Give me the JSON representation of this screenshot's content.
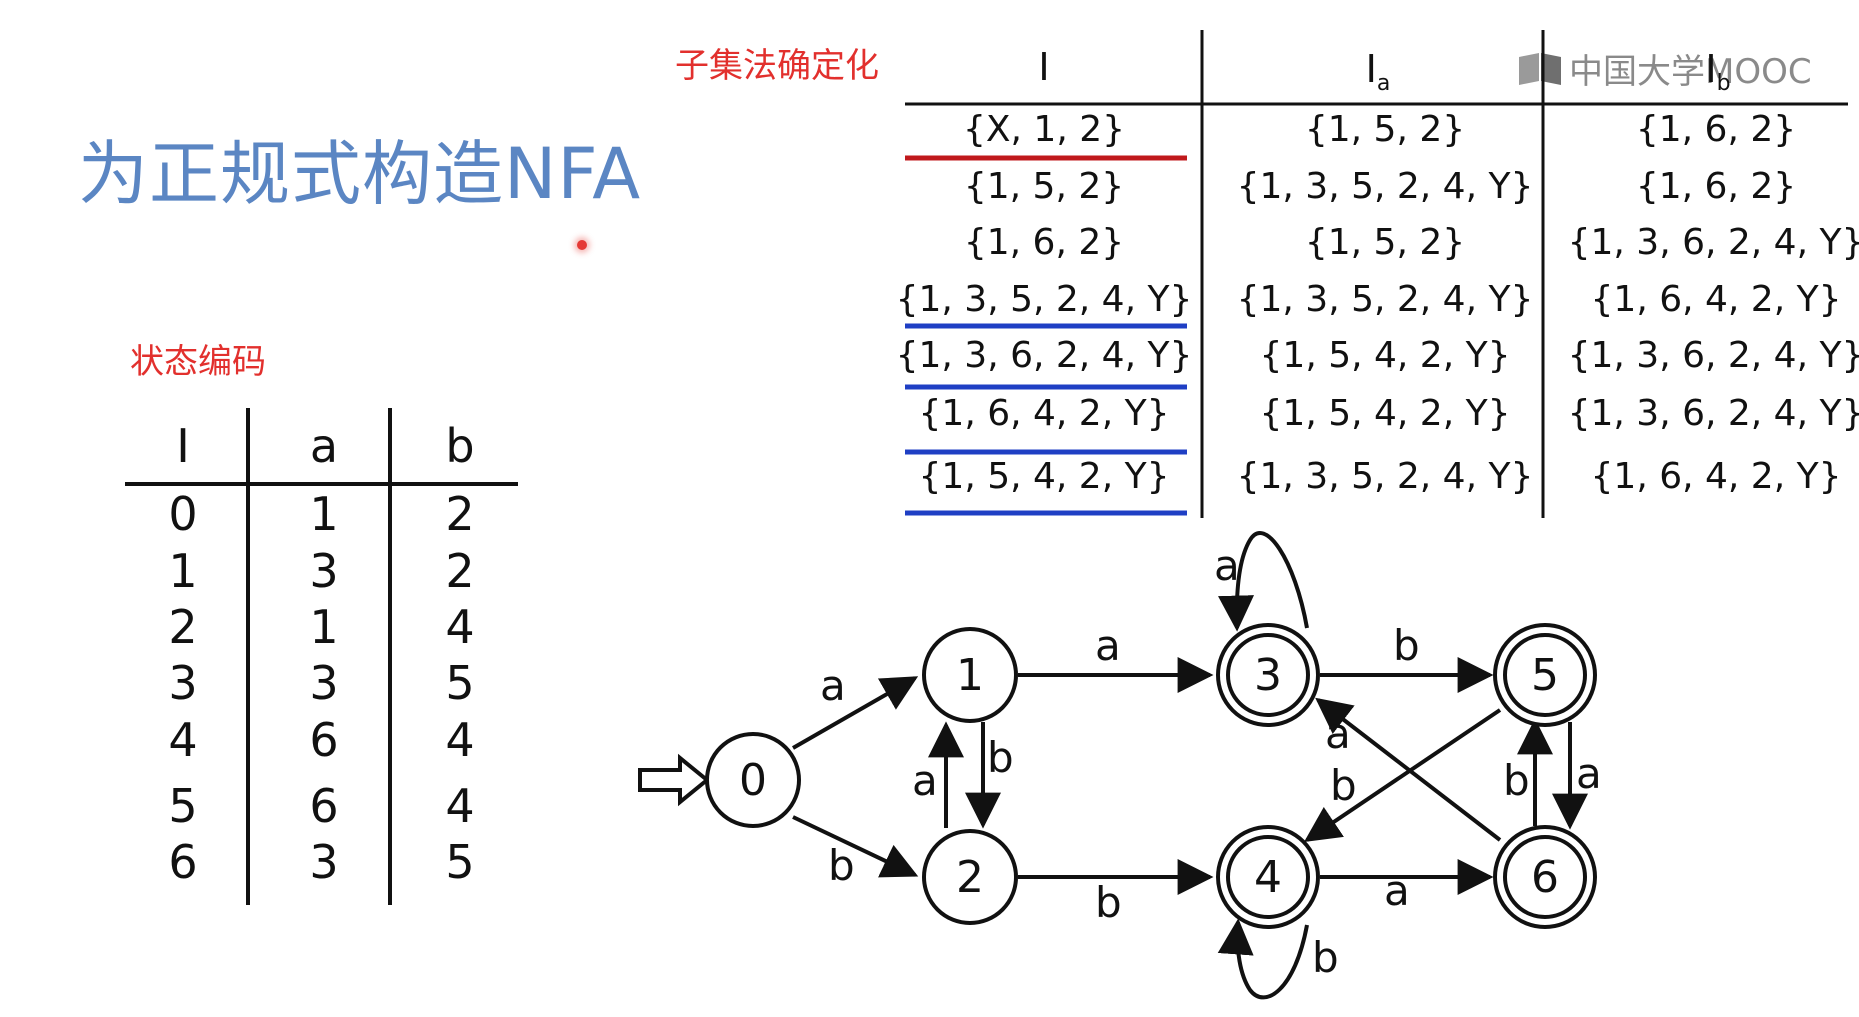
{
  "title": "为正规式构造NFA",
  "subset_label": "子集法确定化",
  "state_code_label": "状态编码",
  "logo_text": "中国大学MOOC",
  "subset_table": {
    "headers": {
      "I": "I",
      "Ia_base": "I",
      "Ia_sub": "a",
      "Ib_base": "I",
      "Ib_sub": "b"
    },
    "rows": [
      [
        "{X, 1, 2}",
        "{1, 5, 2}",
        "{1, 6, 2}"
      ],
      [
        "{1, 5, 2}",
        "{1, 3, 5, 2, 4, Y}",
        "{1, 6, 2}"
      ],
      [
        "{1, 6, 2}",
        "{1, 5, 2}",
        "{1, 3, 6, 2, 4, Y}"
      ],
      [
        "{1, 3, 5, 2, 4, Y}",
        "{1, 3, 5, 2, 4, Y}",
        "{1, 6, 4, 2, Y}"
      ],
      [
        "{1, 3, 6, 2, 4, Y}",
        "{1, 5, 4, 2, Y}",
        "{1, 3, 6, 2, 4, Y}"
      ],
      [
        "{1, 6, 4, 2, Y}",
        "{1, 5, 4, 2, Y}",
        "{1, 3, 6, 2, 4, Y}"
      ],
      [
        "{1, 5, 4, 2, Y}",
        "{1, 3, 5, 2, 4, Y}",
        "{1, 6, 4, 2, Y}"
      ]
    ],
    "underline_colors": [
      "#c0191c",
      "#1f3fc4",
      "#1f3fc4",
      "#1f3fc4",
      "#1f3fc4"
    ]
  },
  "code_table": {
    "headers": [
      "I",
      "a",
      "b"
    ],
    "rows": [
      [
        "0",
        "1",
        "2"
      ],
      [
        "1",
        "3",
        "2"
      ],
      [
        "2",
        "1",
        "4"
      ],
      [
        "3",
        "3",
        "5"
      ],
      [
        "4",
        "6",
        "4"
      ],
      [
        "5",
        "6",
        "4"
      ],
      [
        "6",
        "3",
        "5"
      ]
    ]
  },
  "dfa": {
    "states": [
      {
        "id": "0",
        "label": "0",
        "accepting": false,
        "start": true
      },
      {
        "id": "1",
        "label": "1",
        "accepting": false
      },
      {
        "id": "2",
        "label": "2",
        "accepting": false
      },
      {
        "id": "3",
        "label": "3",
        "accepting": true
      },
      {
        "id": "4",
        "label": "4",
        "accepting": true
      },
      {
        "id": "5",
        "label": "5",
        "accepting": true
      },
      {
        "id": "6",
        "label": "6",
        "accepting": true
      }
    ],
    "edge_labels": {
      "e01": "a",
      "e02": "b",
      "e13": "a",
      "e12": "b",
      "e21": "a",
      "e24": "b",
      "e33": "a",
      "e35": "b",
      "e44": "b",
      "e46": "a",
      "e54": "b",
      "e63": "a",
      "e56": "a",
      "e65": "b"
    }
  },
  "colors": {
    "title": "#5b86c3",
    "red_label": "#e2302d",
    "underline_red": "#c0191c",
    "underline_blue": "#1f3fc4"
  }
}
